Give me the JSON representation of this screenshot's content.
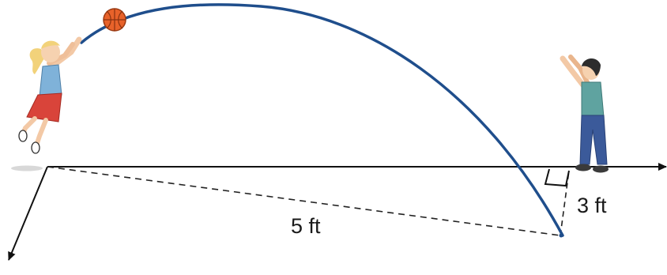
{
  "diagram": {
    "labels": {
      "hypotenuse": "5 ft",
      "leg": "3 ft"
    },
    "colors": {
      "trajectory": "#1f4e8c",
      "axis": "#111111",
      "ball": "#e8622a",
      "girl_shirt": "#7fb2d9",
      "girl_skirt": "#d9443a",
      "boy_shirt": "#5fa3a0",
      "boy_pants": "#3b5a9a"
    },
    "icons": {
      "ball": "basketball-icon",
      "thrower": "girl-jumping-figure",
      "receiver": "boy-catching-figure"
    }
  }
}
